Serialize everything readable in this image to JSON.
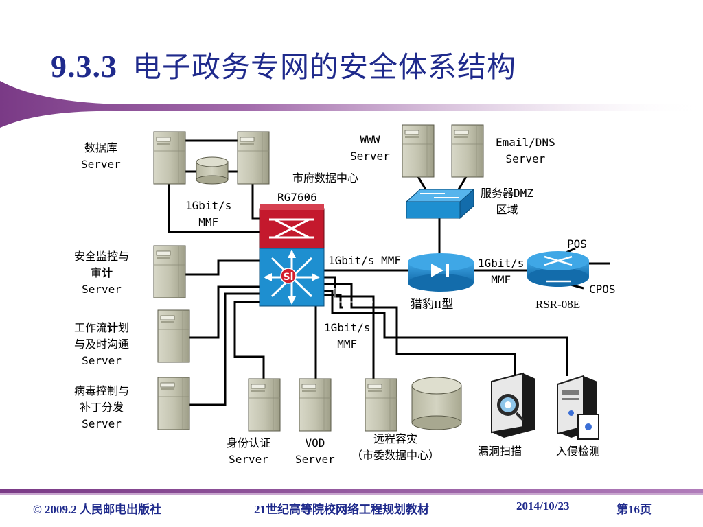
{
  "title": {
    "number": "9.3.3",
    "text": "电子政务专网的安全体系结构"
  },
  "labels": {
    "db_server_1": "数据库",
    "db_server_2": "Server",
    "link_db_1": "1Gbit/s",
    "link_db_2": "MMF",
    "data_center": "市府数据中心",
    "core_switch": "RG7606",
    "www_1": "WWW",
    "www_2": "Server",
    "email_1": "Email/DNS",
    "email_2": "Server",
    "dmz_1": "服务器DMZ",
    "dmz_2": "区域",
    "monitor_1": "安全监控与",
    "monitor_2a": "审",
    "monitor_2b": "计",
    "monitor_3": "Server",
    "workflow_1a": "工作流",
    "workflow_1b": "计",
    "workflow_1c": "划",
    "workflow_2": "与及时沟通",
    "workflow_3": "Server",
    "antivirus_1": "病毒控制与",
    "antivirus_2": "补丁分发",
    "antivirus_3": "Server",
    "link_fw": "1Gbit/s MMF",
    "link_router_1": "1Gbit/s",
    "link_router_2": "MMF",
    "pos": "POS",
    "cpos": "CPOS",
    "firewall": "猎豹II型",
    "router": "RSR-08E",
    "link_bottom_1": "1Gbit/s",
    "link_bottom_2": "MMF",
    "auth_1": "身份认证",
    "auth_2": "Server",
    "vod_1": "VOD",
    "vod_2": "Server",
    "disaster_1": "远程容灾",
    "disaster_2": "（市委数据中心）",
    "scan": "漏洞扫描",
    "ids": "入侵检测"
  },
  "footer": {
    "copyright": "© 2009.2 人民邮电出版社",
    "book": "21世纪高等院校网络工程规划教材",
    "date": "2014/10/23",
    "page": "第16页"
  },
  "colors": {
    "title": "#1f2a8c",
    "accent_purple": "#8a3f8f",
    "server_body": "#c8c8b4",
    "switch_blue": "#1e8fd0",
    "switch_red": "#c4192d"
  }
}
